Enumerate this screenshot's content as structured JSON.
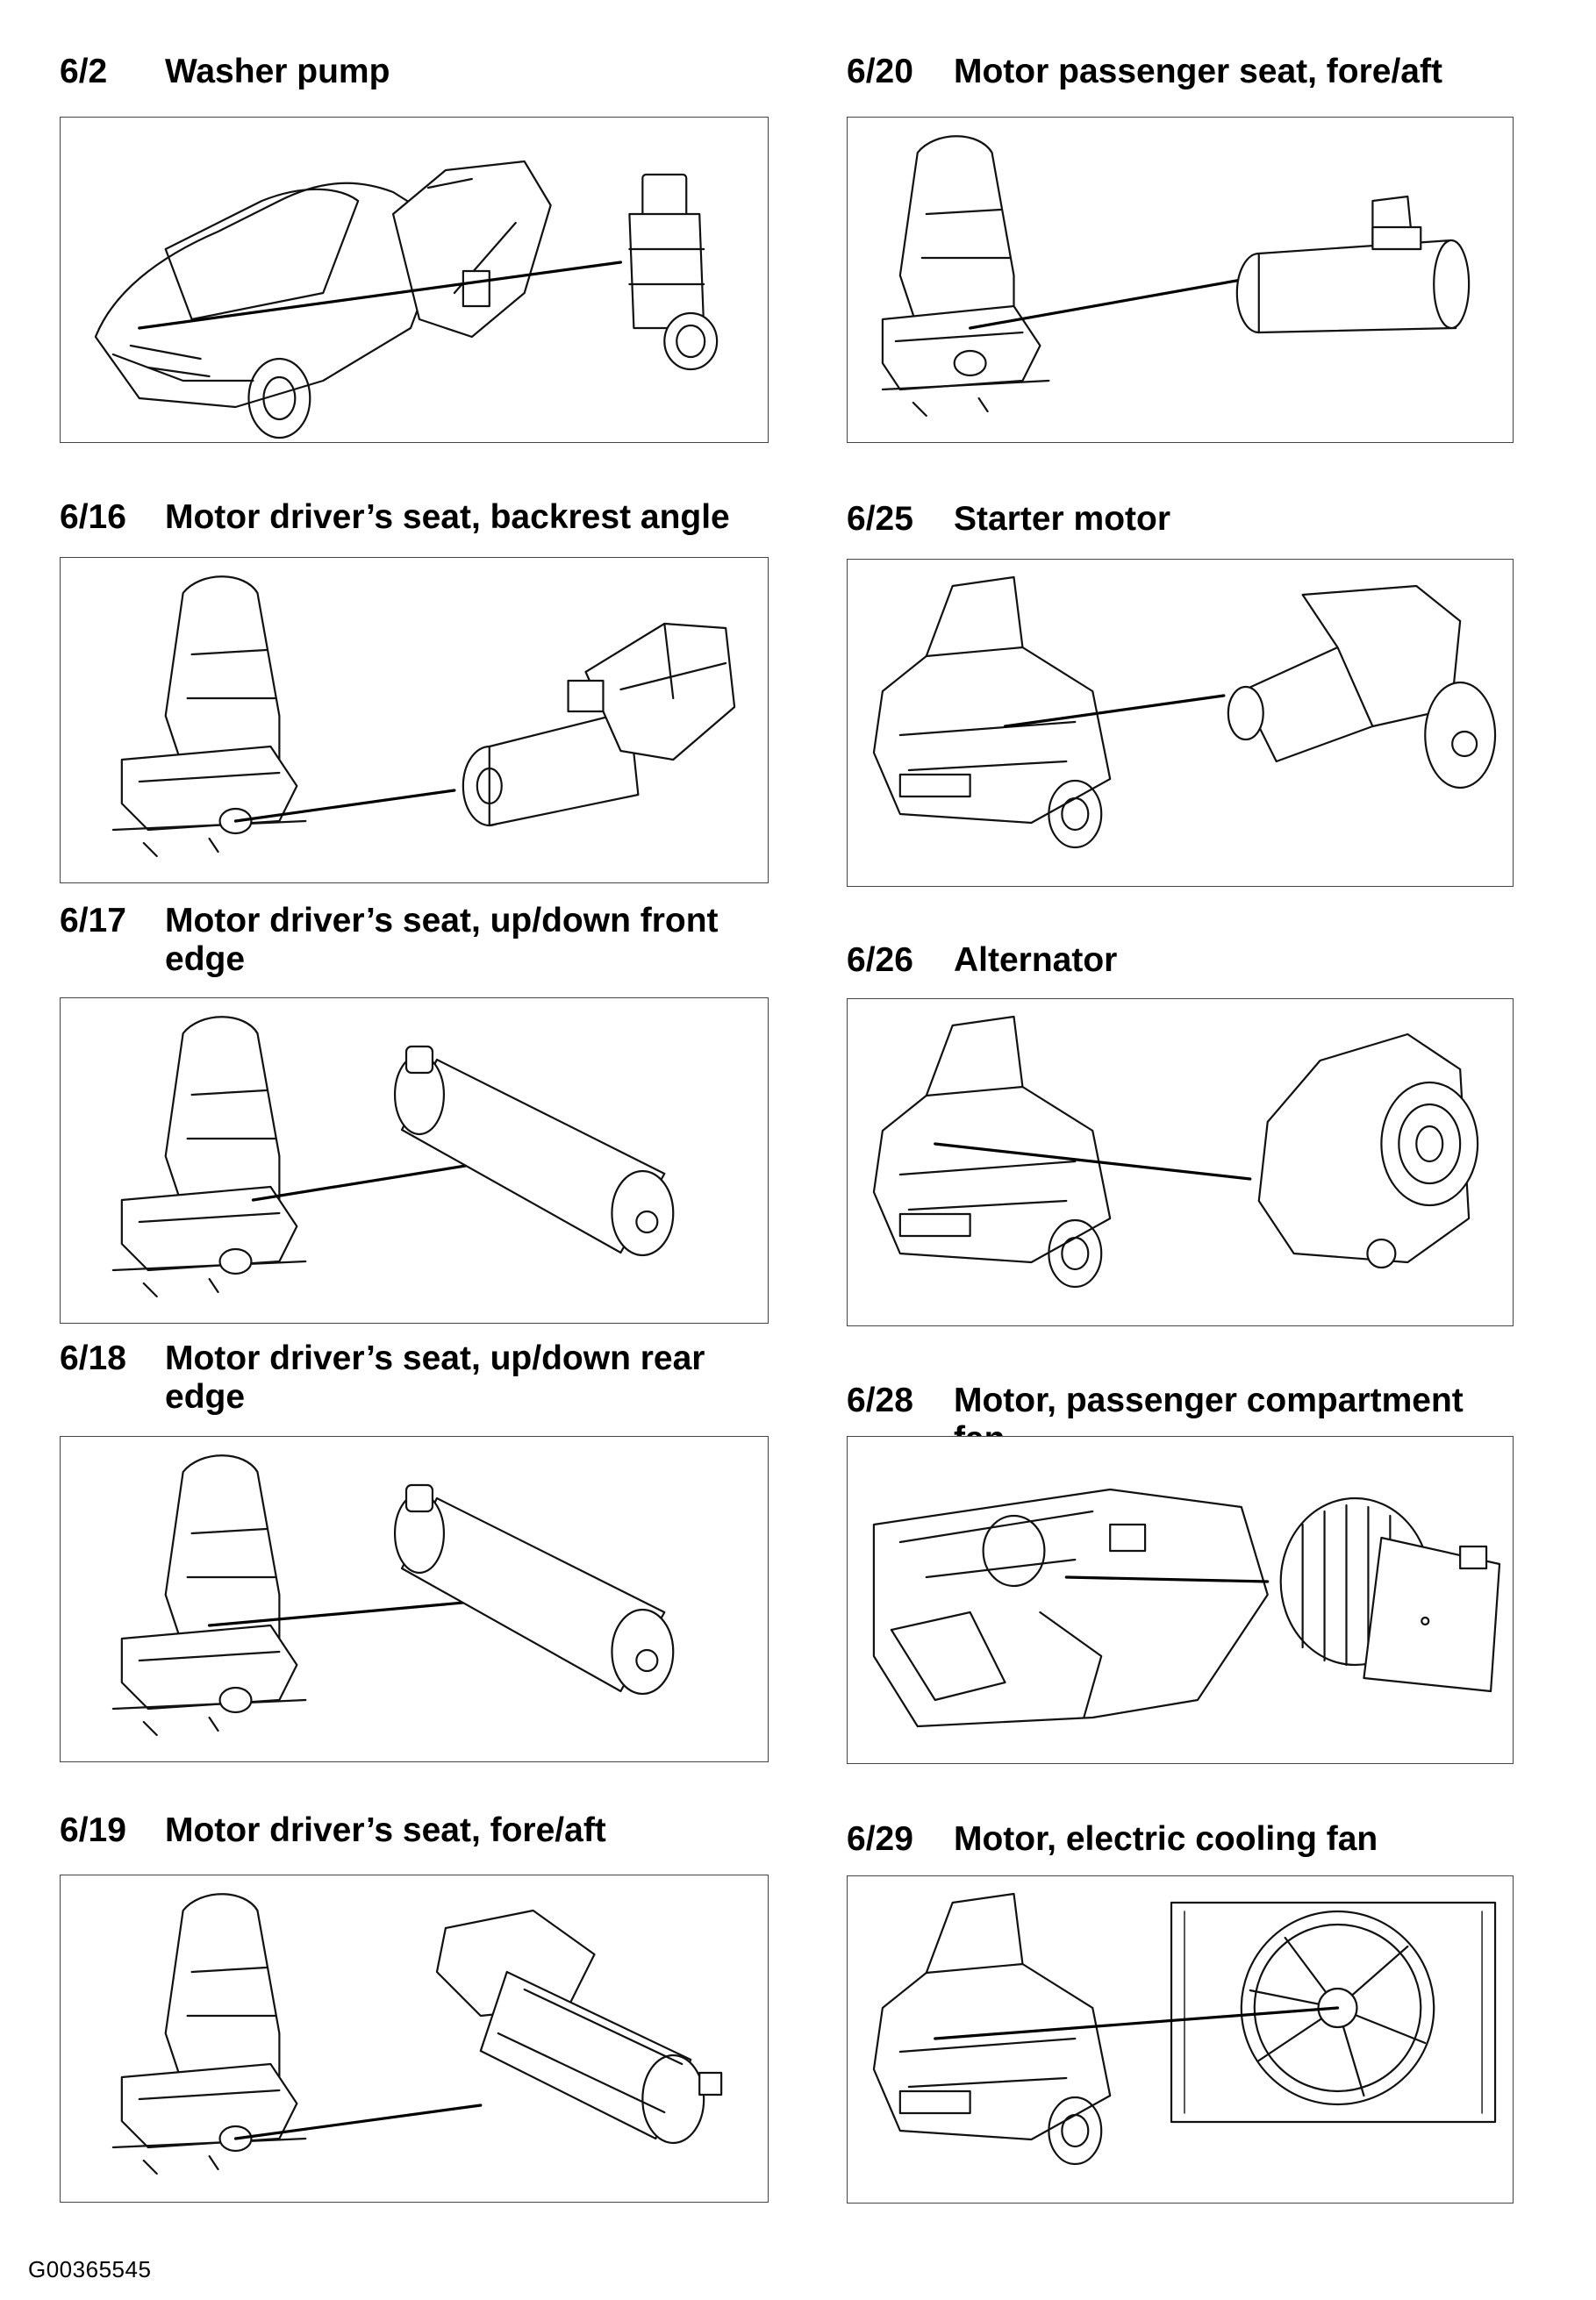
{
  "entries_left": [
    {
      "code": "6/2",
      "title": "Washer pump"
    },
    {
      "code": "6/16",
      "title": "Motor driver’s seat, backrest angle"
    },
    {
      "code": "6/17",
      "title": "Motor driver’s seat, up/down front edge"
    },
    {
      "code": "6/18",
      "title": "Motor driver’s seat, up/down rear edge"
    },
    {
      "code": "6/19",
      "title": "Motor driver’s seat, fore/aft"
    }
  ],
  "entries_right": [
    {
      "code": "6/20",
      "title": "Motor passenger seat, fore/aft"
    },
    {
      "code": "6/25",
      "title": "Starter motor"
    },
    {
      "code": "6/26",
      "title": "Alternator"
    },
    {
      "code": "6/28",
      "title": "Motor, passenger compartment fan"
    },
    {
      "code": "6/29",
      "title": "Motor, electric cooling fan"
    }
  ],
  "footer_code": "G00365545"
}
